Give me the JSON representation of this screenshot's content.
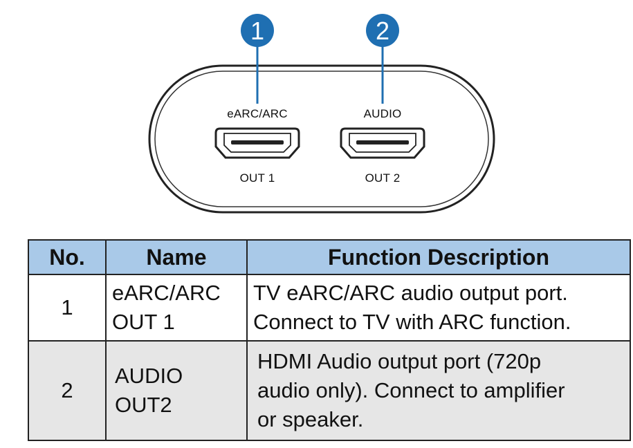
{
  "callouts": [
    {
      "number": "1",
      "color": "#1f6fb2"
    },
    {
      "number": "2",
      "color": "#1f6fb2"
    }
  ],
  "ports": [
    {
      "top_label": "eARC/ARC",
      "bottom_label": "OUT 1",
      "connector": "hdmi-port-icon"
    },
    {
      "top_label": "AUDIO",
      "bottom_label": "OUT 2",
      "connector": "hdmi-port-icon"
    }
  ],
  "table": {
    "header_color": "#a9c9e8",
    "headers": {
      "no": "No.",
      "name": "Name",
      "description": "Function Description"
    },
    "rows": [
      {
        "no": "1",
        "name_lines": [
          "eARC/ARC",
          "OUT 1"
        ],
        "desc_lines": [
          "TV eARC/ARC audio output port.",
          "Connect to TV with ARC function."
        ]
      },
      {
        "no": "2",
        "name_lines": [
          "AUDIO",
          "OUT2"
        ],
        "desc_lines": [
          "HDMI Audio output port (720p",
          "audio only). Connect to amplifier",
          "or speaker."
        ]
      }
    ]
  }
}
